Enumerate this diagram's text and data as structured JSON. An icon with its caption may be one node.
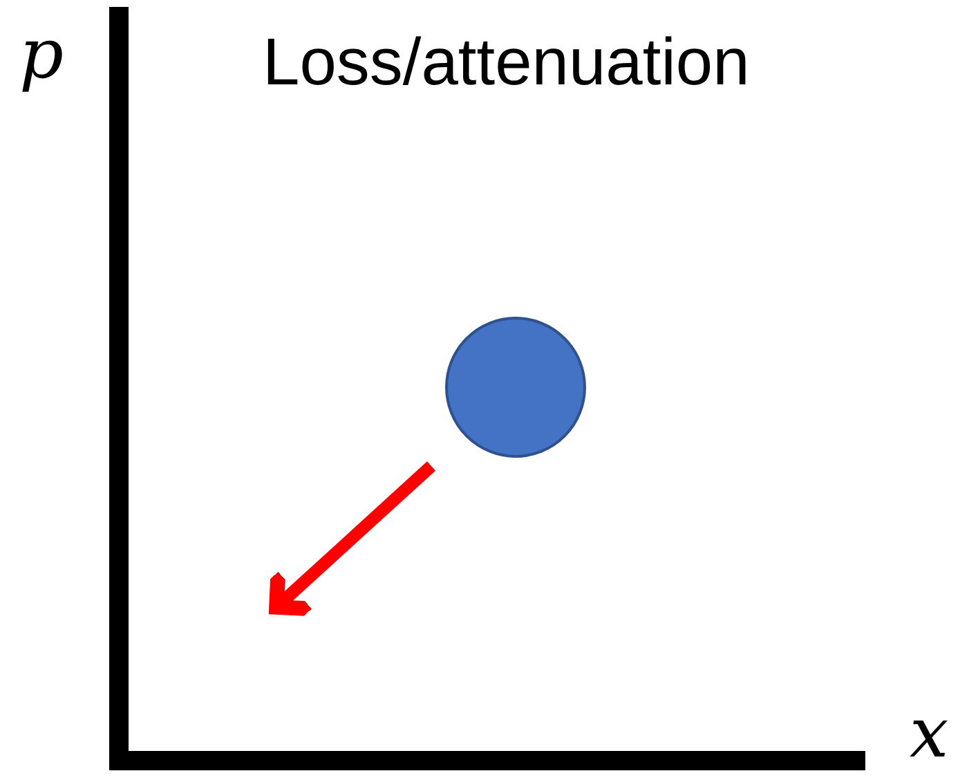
{
  "diagram": {
    "title": "Loss/attenuation",
    "nodes": [
      {
        "text": [],
        "shape": "circle"
      }
    ],
    "labels": [
      "p",
      "x"
    ]
  }
}
